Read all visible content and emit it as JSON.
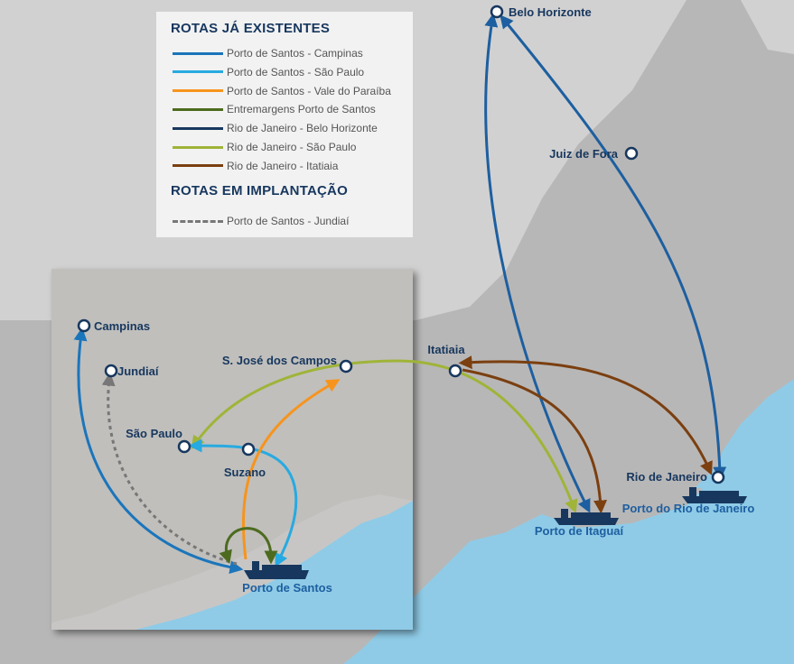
{
  "legend": {
    "existing_title": "ROTAS JÁ EXISTENTES",
    "planned_title": "ROTAS EM IMPLANTAÇÃO",
    "existing": [
      {
        "label": "Porto de Santos - Campinas",
        "color": "#1b75bb"
      },
      {
        "label": "Porto de Santos - São Paulo",
        "color": "#27aae1"
      },
      {
        "label": "Porto de Santos - Vale do Paraíba",
        "color": "#f7941d"
      },
      {
        "label": "Entremargens Porto de Santos",
        "color": "#4d6b1f"
      },
      {
        "label": "Rio de Janeiro - Belo Horizonte",
        "color": "#17375e"
      },
      {
        "label": "Rio de Janeiro - São Paulo",
        "color": "#9fb438"
      },
      {
        "label": "Rio de Janeiro - Itatiaia",
        "color": "#7b3f10"
      }
    ],
    "planned": [
      {
        "label": "Porto de Santos - Jundiaí",
        "color": "#777777"
      }
    ]
  },
  "places": {
    "belo_horizonte": "Belo Horizonte",
    "juiz_de_fora": "Juiz de Fora",
    "itatiaia": "Itatiaia",
    "rio_de_janeiro": "Rio de Janeiro",
    "porto_rio": "Porto do Rio de Janeiro",
    "porto_itaguai": "Porto de Itaguaí",
    "campinas": "Campinas",
    "jundiai": "Jundiaí",
    "sao_jose": "S. José dos Campos",
    "sao_paulo": "São Paulo",
    "suzano": "Suzano",
    "porto_santos": "Porto de Santos"
  },
  "colors": {
    "sea": "#8fcbe7",
    "land": "#b8b7b7",
    "land_light": "#d2d1d1",
    "inset": "#c8c6c4"
  }
}
